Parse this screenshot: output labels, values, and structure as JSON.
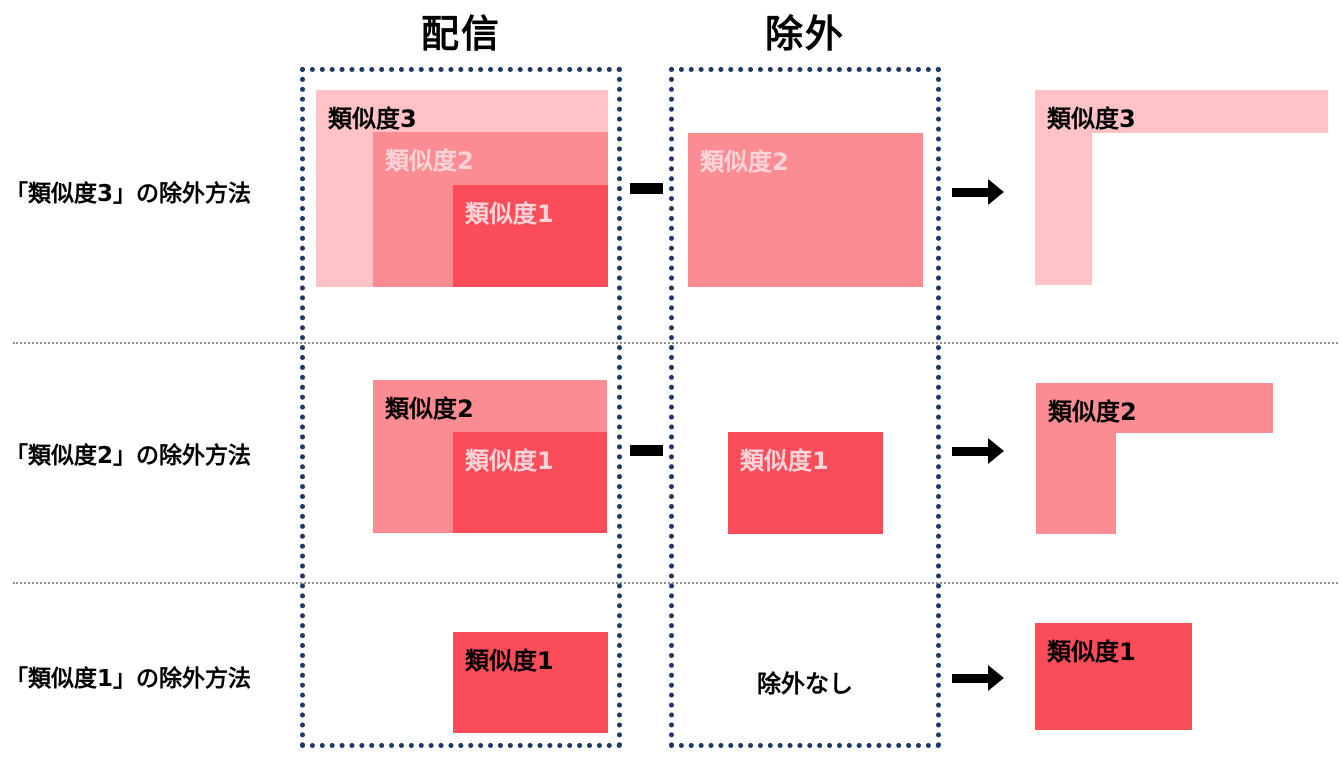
{
  "columns": {
    "delivery": "配信",
    "exclusion": "除外"
  },
  "icons": {
    "minus": "minus-operator",
    "arrow_right": "arrow-right"
  },
  "colors": {
    "similarity3": "#ffc2c7",
    "similarity2": "#fc8c93",
    "similarity1": "#fb4d59",
    "inner_label_text": "#ffd4d8",
    "outer_label_text": "#000000",
    "column_border": "#1f3864",
    "row_divider": "#909090",
    "operator_black": "#000000"
  },
  "rows": [
    {
      "label": "「類似度3」の除外方法",
      "delivery": {
        "layers": [
          {
            "label": "類似度3",
            "level": 3
          },
          {
            "label": "類似度2",
            "level": 2
          },
          {
            "label": "類似度1",
            "level": 1
          }
        ]
      },
      "operator": "minus",
      "exclusion": {
        "layers": [
          {
            "label": "類似度2",
            "level": 2
          }
        ]
      },
      "result": {
        "label": "類似度3",
        "shape": "L",
        "level": 3
      }
    },
    {
      "label": "「類似度2」の除外方法",
      "delivery": {
        "layers": [
          {
            "label": "類似度2",
            "level": 2
          },
          {
            "label": "類似度1",
            "level": 1
          }
        ]
      },
      "operator": "minus",
      "exclusion": {
        "layers": [
          {
            "label": "類似度1",
            "level": 1
          }
        ]
      },
      "result": {
        "label": "類似度2",
        "shape": "L",
        "level": 2
      }
    },
    {
      "label": "「類似度1」の除外方法",
      "delivery": {
        "layers": [
          {
            "label": "類似度1",
            "level": 1
          }
        ]
      },
      "operator": "none",
      "exclusion": {
        "text": "除外なし"
      },
      "result": {
        "label": "類似度1",
        "shape": "rect",
        "level": 1
      }
    }
  ]
}
